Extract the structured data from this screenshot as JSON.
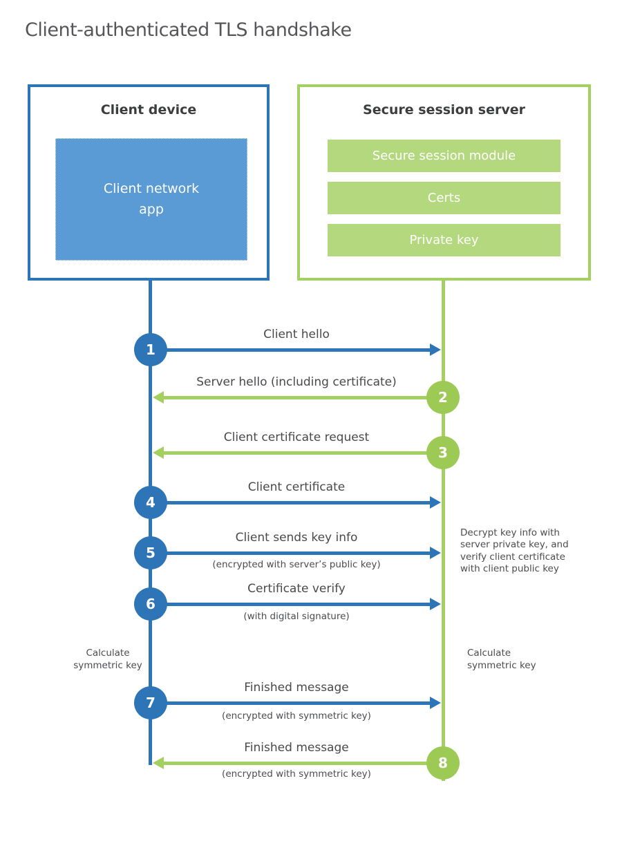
{
  "title": "Client-authenticated TLS handshake",
  "colors": {
    "blue": "#2e75b8",
    "blue_fill": "#5b9bd5",
    "green_border": "#a4cf61",
    "green_fill": "#b4d87e",
    "green_circle": "#9cca55",
    "heading_text": "#3c3d40",
    "body_text": "#4b4c4f"
  },
  "client": {
    "title": "Client device",
    "app_label": "Client network\napp"
  },
  "server": {
    "title": "Secure session server",
    "modules": [
      "Secure session module",
      "Certs",
      "Private key"
    ]
  },
  "steps": [
    {
      "num": "1",
      "label": "Client hello",
      "sub": "",
      "direction": "right",
      "from": "client",
      "to": "server"
    },
    {
      "num": "2",
      "label": "Server hello (including certificate)",
      "sub": "",
      "direction": "left",
      "from": "server",
      "to": "client"
    },
    {
      "num": "3",
      "label": "Client certificate request",
      "sub": "",
      "direction": "left",
      "from": "server",
      "to": "client"
    },
    {
      "num": "4",
      "label": "Client certificate",
      "sub": "",
      "direction": "right",
      "from": "client",
      "to": "server"
    },
    {
      "num": "5",
      "label": "Client sends key info",
      "sub": "(encrypted with server’s public key)",
      "direction": "right",
      "from": "client",
      "to": "server"
    },
    {
      "num": "6",
      "label": "Certificate verify",
      "sub": "(with digital signature)",
      "direction": "right",
      "from": "client",
      "to": "server"
    },
    {
      "num": "7",
      "label": "Finished message",
      "sub": "(encrypted with symmetric key)",
      "direction": "right",
      "from": "client",
      "to": "server"
    },
    {
      "num": "8",
      "label": "Finished message",
      "sub": "(encrypted with symmetric key)",
      "direction": "left",
      "from": "server",
      "to": "client"
    }
  ],
  "notes": {
    "decrypt_note": "Decrypt key info with\nserver private key, and\nverify client certificate\nwith client public key",
    "calc_left": "Calculate\nsymmetric key",
    "calc_right": "Calculate\nsymmetric key"
  }
}
